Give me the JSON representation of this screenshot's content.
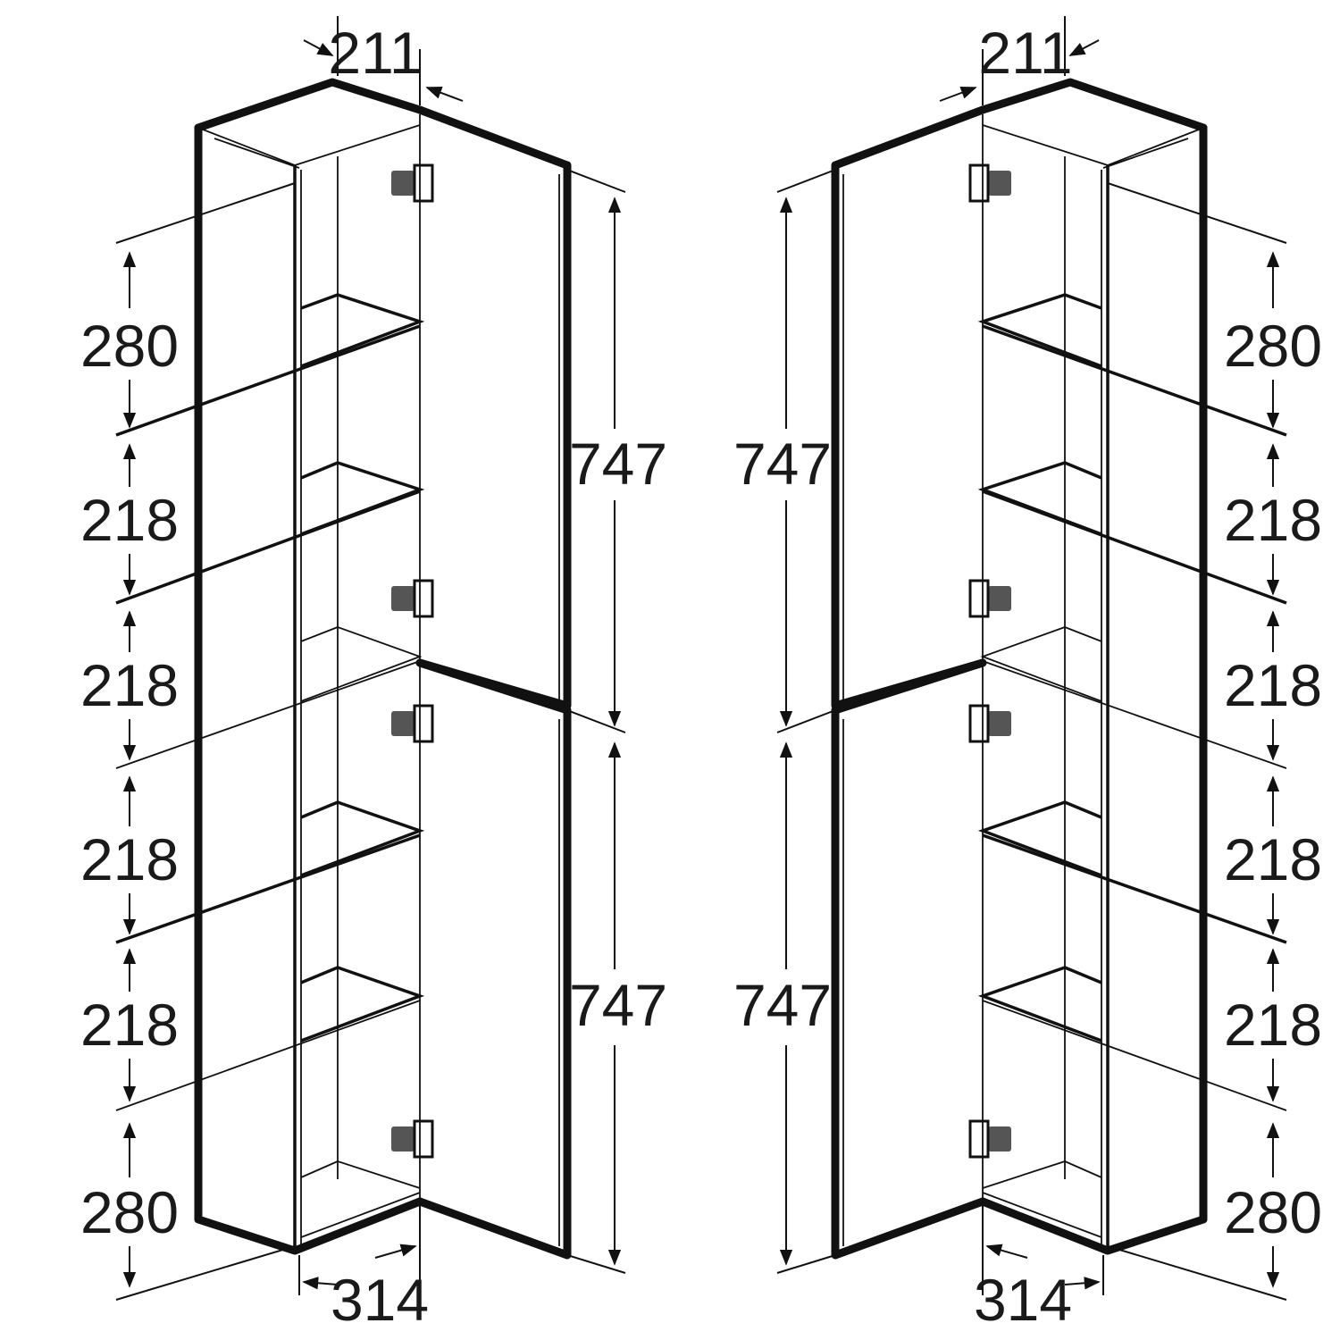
{
  "left_cabinet": {
    "top_depth": "211",
    "bottom_width": "314",
    "shelf_spacings": [
      "280",
      "218",
      "218",
      "218",
      "218",
      "280"
    ],
    "door_heights": [
      "747",
      "747"
    ]
  },
  "right_cabinet": {
    "top_depth": "211",
    "bottom_width": "314",
    "shelf_spacings": [
      "280",
      "218",
      "218",
      "218",
      "218",
      "280"
    ],
    "door_heights": [
      "747",
      "747"
    ]
  }
}
